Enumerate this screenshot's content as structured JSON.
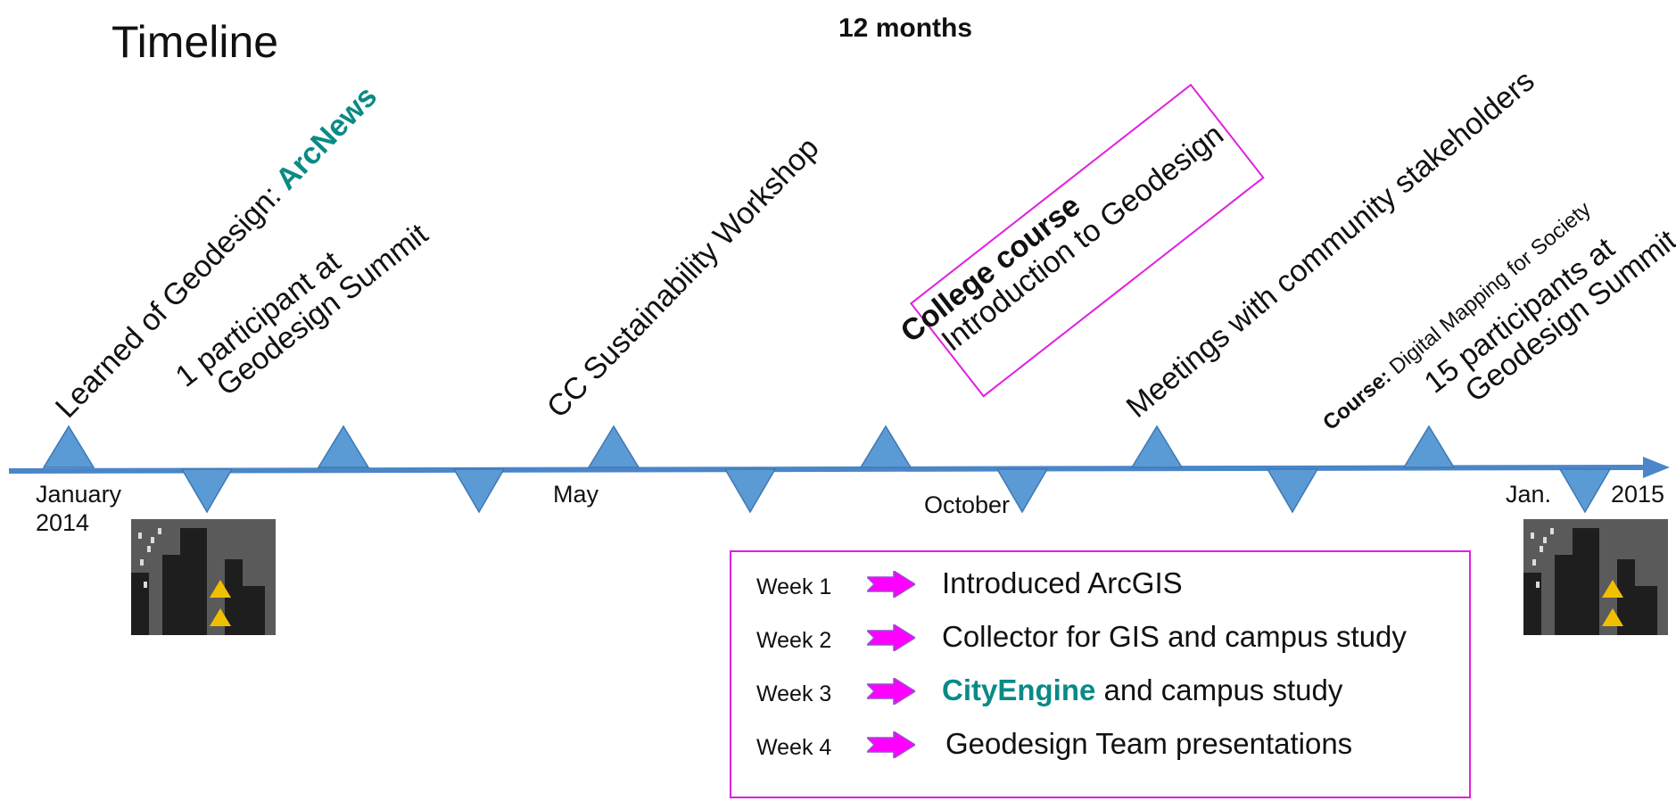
{
  "title": "Timeline",
  "duration": "12 months",
  "milestones": {
    "learned_prefix": "Learned of Geodesign: ",
    "learned_highlight": "ArcNews",
    "summit_2014_line1": "1 participant at",
    "summit_2014_line2": "Geodesign Summit",
    "workshop": "CC Sustainability Workshop",
    "college_course_title": "College course",
    "college_course_subtitle": "Introduction to Geodesign",
    "meetings": "Meetings with community stakeholders",
    "course_prefix": "Course:",
    "course_name": " Digital Mapping for Society",
    "summit_2015_line1": "15 participants at",
    "summit_2015_line2": "Geodesign Summit"
  },
  "dates": {
    "start_line1": "January",
    "start_line2": "2014",
    "may": "May",
    "october": "October",
    "end_month": "Jan.",
    "end_year": "2015"
  },
  "course_schedule": [
    {
      "week": "Week 1",
      "highlight": "",
      "text": "Introduced ArcGIS"
    },
    {
      "week": "Week 2",
      "highlight": "",
      "text": "Collector for GIS and campus study"
    },
    {
      "week": "Week 3",
      "highlight": "CityEngine",
      "text": " and campus study"
    },
    {
      "week": "Week 4",
      "highlight": "",
      "text": "Geodesign Team presentations"
    }
  ],
  "colors": {
    "axis": "#4a86c8",
    "marker": "#5b9bd5",
    "highlight": "#0a8a87",
    "frame": "#e020e0",
    "arrow": "#ff00ff"
  }
}
